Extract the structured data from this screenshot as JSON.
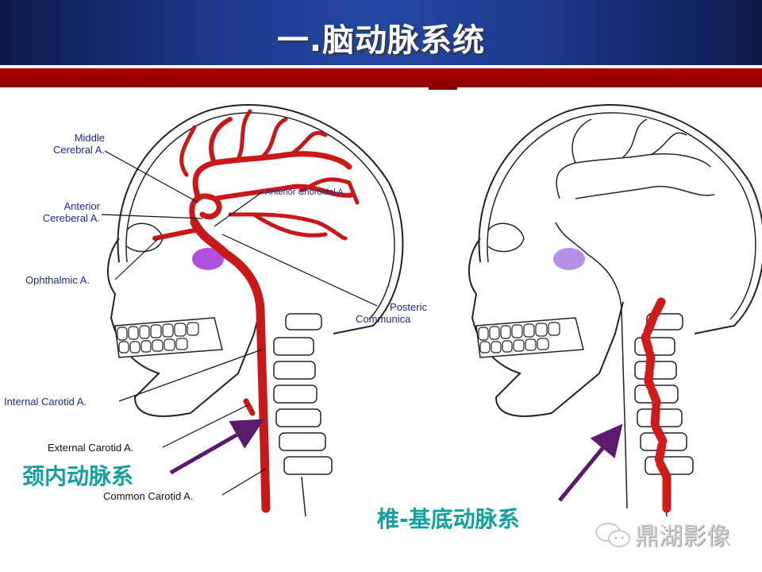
{
  "header": {
    "title": "一.脑动脉系统"
  },
  "left_diagram": {
    "labels": {
      "middle_cerebral": [
        "Middle",
        "Cerebral A."
      ],
      "anterior_cerebral": [
        "Anterior",
        "Cereberal A."
      ],
      "ophthalmic": "Ophthalmic A.",
      "anterior_choroidal": "Anterior Choroidal A.",
      "posterior_communicating": [
        "Posteric",
        "Communica"
      ],
      "internal_carotid": "Internal Carotid A.",
      "external_carotid": "External Carotid A.",
      "common_carotid": "Common Carotid A."
    },
    "caption": "颈内动脉系"
  },
  "right_diagram": {
    "caption": "椎-基底动脉系"
  },
  "watermark": "鼎湖影像",
  "colors": {
    "artery": "#d11a1a",
    "label": "#1a2a9e",
    "caption": "#12a0a0",
    "arrow": "#5a1a6e",
    "header_blue": "#1d3a8e",
    "header_red": "#9a0000"
  }
}
